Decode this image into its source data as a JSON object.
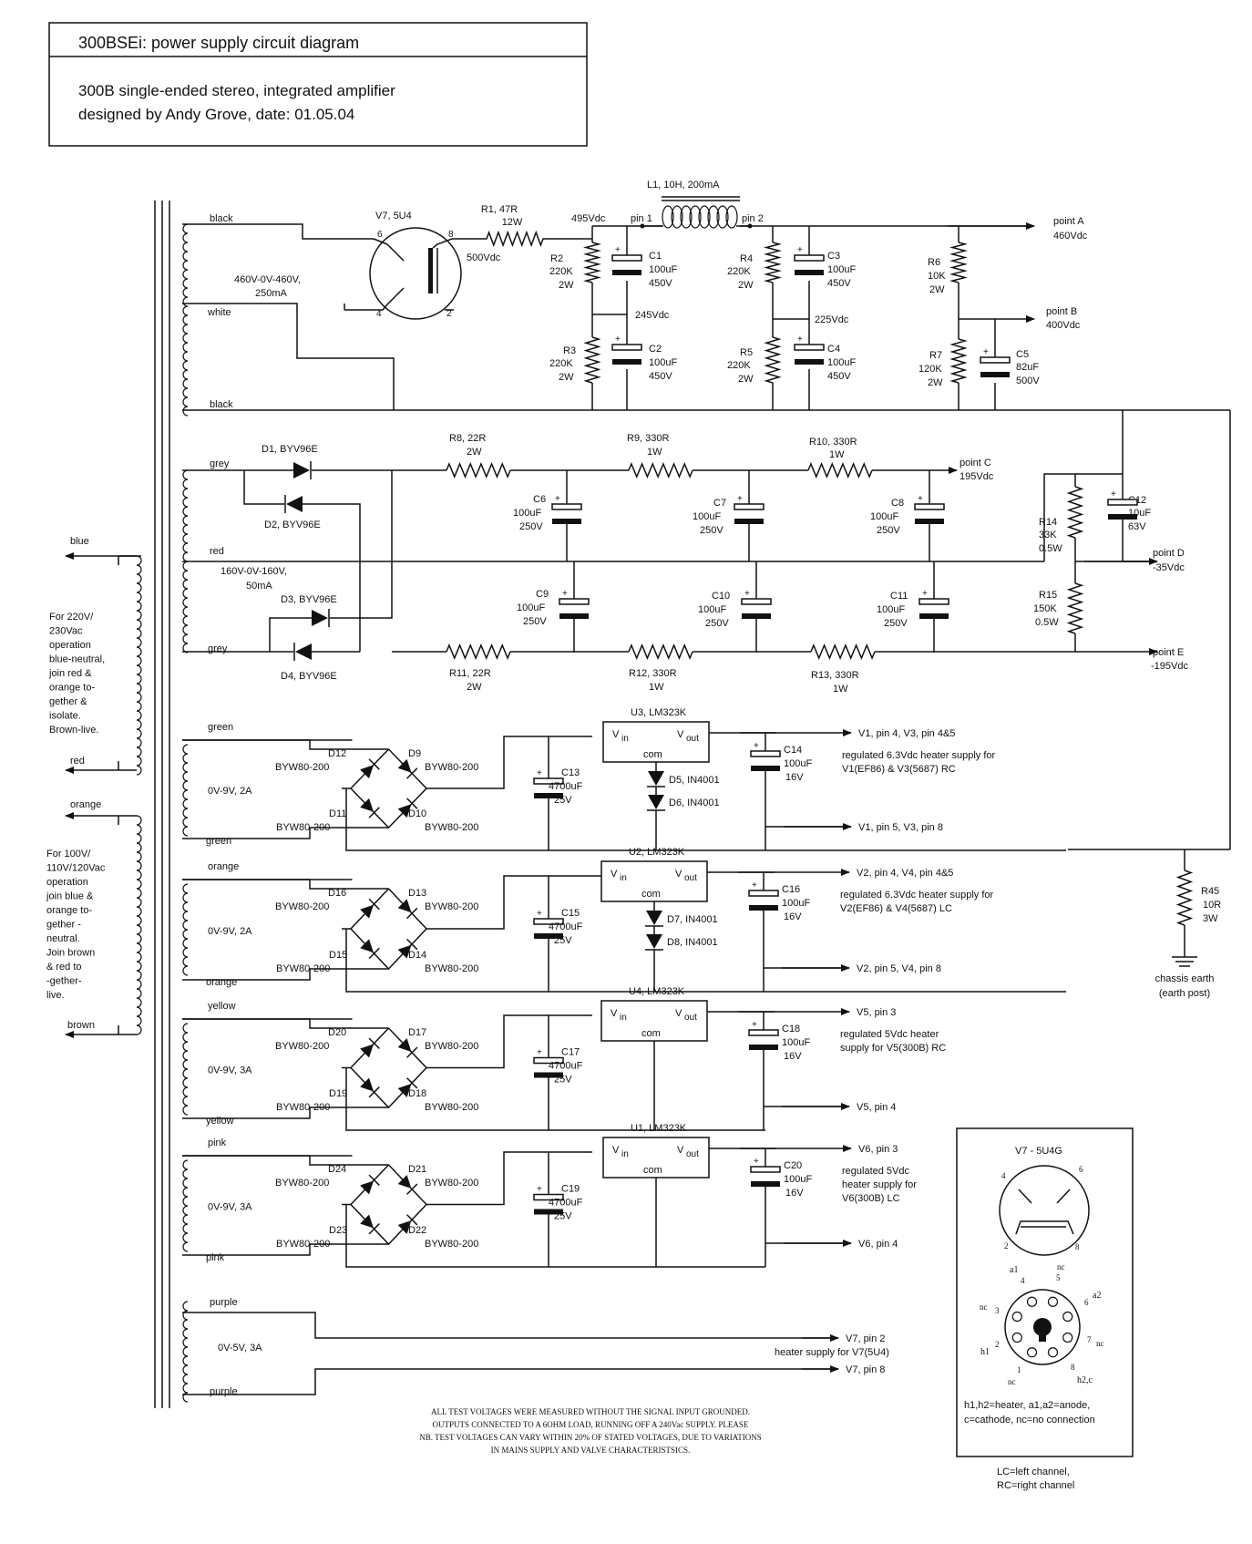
{
  "title": {
    "main": "300BSEi: power supply circuit diagram",
    "line1": "300B single-ended stereo, integrated amplifier",
    "line2": "designed by Andy Grove, date: 01.05.04"
  },
  "primary": {
    "blue": "blue",
    "red": "red",
    "orange": "orange",
    "brown": "brown",
    "note220": [
      "For 220V/",
      "230Vac",
      "operation",
      "blue-neutral,",
      "join red &",
      "orange to-",
      "gether &",
      "isolate.",
      "Brown-live."
    ],
    "note110": [
      "For 100V/",
      "110V/120Vac",
      "operation",
      "join blue &",
      "orange to-",
      "gether -",
      "neutral.",
      "Join brown",
      "& red to",
      "-gether-",
      "live."
    ]
  },
  "hv": {
    "black_top": "black",
    "white": "white",
    "black_bot": "black",
    "winding": [
      "460V-0V-460V,",
      "250mA"
    ],
    "v7": "V7, 5U4",
    "p6": "6",
    "p8": "8",
    "p4": "4",
    "p2": "2",
    "r1": [
      "R1, 47R",
      "12W"
    ],
    "v500": "500Vdc",
    "v495": "495Vdc",
    "pin1": "pin 1",
    "pin2": "pin 2",
    "l1": "L1, 10H, 200mA",
    "r2": [
      "R2",
      "220K",
      "2W"
    ],
    "r3": [
      "R3",
      "220K",
      "2W"
    ],
    "c1": [
      "C1",
      "100uF",
      "450V"
    ],
    "c2": [
      "C2",
      "100uF",
      "450V"
    ],
    "v245": "245Vdc",
    "r4": [
      "R4",
      "220K",
      "2W"
    ],
    "r5": [
      "R5",
      "220K",
      "2W"
    ],
    "c3": [
      "C3",
      "100uF",
      "450V"
    ],
    "c4": [
      "C4",
      "100uF",
      "450V"
    ],
    "v225": "225Vdc",
    "r6": [
      "R6",
      "10K",
      "2W"
    ],
    "r7": [
      "R7",
      "120K",
      "2W"
    ],
    "c5": [
      "C5",
      "82uF",
      "500V"
    ],
    "pointA": [
      "point A",
      "460Vdc"
    ],
    "pointB": [
      "point B",
      "400Vdc"
    ]
  },
  "bias": {
    "grey_top": "grey",
    "red": "red",
    "grey_bot": "grey",
    "winding": [
      "160V-0V-160V,",
      "50mA"
    ],
    "d1": "D1, BYV96E",
    "d2": "D2, BYV96E",
    "d3": "D3, BYV96E",
    "d4": "D4, BYV96E",
    "r8": [
      "R8, 22R",
      "2W"
    ],
    "r9": [
      "R9, 330R",
      "1W"
    ],
    "r10": [
      "R10, 330R",
      "1W"
    ],
    "r11": [
      "R11, 22R",
      "2W"
    ],
    "r12": [
      "R12, 330R",
      "1W"
    ],
    "r13": [
      "R13, 330R",
      "1W"
    ],
    "c6": [
      "C6",
      "100uF",
      "250V"
    ],
    "c7": [
      "C7",
      "100uF",
      "250V"
    ],
    "c8": [
      "C8",
      "100uF",
      "250V"
    ],
    "c9": [
      "C9",
      "100uF",
      "250V"
    ],
    "c10": [
      "C10",
      "100uF",
      "250V"
    ],
    "c11": [
      "C11",
      "100uF",
      "250V"
    ],
    "c12": [
      "C12",
      "10uF",
      "63V"
    ],
    "r14": [
      "R14",
      "33K",
      "0.5W"
    ],
    "r15": [
      "R15",
      "150K",
      "0.5W"
    ],
    "pointC": [
      "point C",
      "195Vdc"
    ],
    "pointD": [
      "point D",
      "-35Vdc"
    ],
    "pointE": [
      "point E",
      "-195Vdc"
    ]
  },
  "heaters": [
    {
      "color": "green",
      "winding": "0V-9V, 2A",
      "da": "D12",
      "db": "D9",
      "dc": "D11",
      "dd": "D10",
      "part": "BYW80-200",
      "u": "U3, LM323K",
      "cin": [
        "C13",
        "4700uF",
        "25V"
      ],
      "cout": [
        "C14",
        "100uF",
        "16V"
      ],
      "dz1": "D5, IN4001",
      "dz2": "D6, IN4001",
      "out1": "V1, pin 4, V3, pin 4&5",
      "out2": "V1, pin 5, V3, pin 8",
      "note": [
        "regulated 6.3Vdc heater supply for",
        "V1(EF86) & V3(5687) RC"
      ]
    },
    {
      "color": "orange",
      "winding": "0V-9V, 2A",
      "da": "D16",
      "db": "D13",
      "dc": "D15",
      "dd": "D14",
      "part": "BYW80-200",
      "u": "U2, LM323K",
      "cin": [
        "C15",
        "4700uF",
        "25V"
      ],
      "cout": [
        "C16",
        "100uF",
        "16V"
      ],
      "dz1": "D7, IN4001",
      "dz2": "D8, IN4001",
      "out1": "V2, pin 4, V4, pin 4&5",
      "out2": "V2, pin 5, V4, pin 8",
      "note": [
        "regulated 6.3Vdc heater supply for",
        "V2(EF86) & V4(5687) LC"
      ]
    },
    {
      "color": "yellow",
      "winding": "0V-9V, 3A",
      "da": "D20",
      "db": "D17",
      "dc": "D19",
      "dd": "D18",
      "part": "BYW80-200",
      "u": "U4, LM323K",
      "cin": [
        "C17",
        "4700uF",
        "25V"
      ],
      "cout": [
        "C18",
        "100uF",
        "16V"
      ],
      "out1": "V5, pin 3",
      "out2": "V5, pin 4",
      "note": [
        "regulated 5Vdc heater",
        "supply for V5(300B) RC"
      ]
    },
    {
      "color": "pink",
      "winding": "0V-9V, 3A",
      "da": "D24",
      "db": "D21",
      "dc": "D23",
      "dd": "D22",
      "part": "BYW80-200",
      "u": "U1, LM323K",
      "cin": [
        "C19",
        "4700uF",
        "25V"
      ],
      "cout": [
        "C20",
        "100uF",
        "16V"
      ],
      "out1": "V6, pin 3",
      "out2": "V6, pin 4",
      "note": [
        "regulated 5Vdc",
        "heater supply for",
        "V6(300B) LC"
      ]
    }
  ],
  "reg": {
    "vin": "V",
    "vin_sub": "in",
    "vout": "V",
    "vout_sub": "out",
    "com": "com"
  },
  "purple": {
    "top": "purple",
    "bot": "purple",
    "winding": "0V-5V, 3A",
    "out1": "V7, pin 2",
    "out2": "V7, pin 8",
    "note": "heater supply for V7(5U4)"
  },
  "earth": {
    "r45": [
      "R45",
      "10R",
      "3W"
    ],
    "label": [
      "chassis earth",
      "(earth post)"
    ]
  },
  "footnote": [
    "ALL TEST VOLTAGES WERE MEASURED WITHOUT THE SIGNAL INPUT GROUNDED.",
    "OUTPUTS CONNECTED TO A 6OHM LOAD, RUNNING OFF A 240Vac SUPPLY. PLEASE",
    "NB. TEST VOLTAGES CAN VARY WITHIN 20% OF STATED VOLTAGES, DUE TO VARIATIONS",
    "IN MAINS SUPPLY AND VALVE CHARACTERISTSICS."
  ],
  "pinout": {
    "title": "V7 - 5U4G",
    "pins": {
      "a1": "a1",
      "p4": "4",
      "nc_top": "nc",
      "p5": "5",
      "a2": "a2",
      "nc_l": "nc",
      "p3": "3",
      "p6": "6",
      "h1": "h1",
      "p2": "2",
      "p7": "7",
      "nc_r": "nc",
      "p1": "1",
      "p8": "8",
      "nc_b": "nc",
      "h2c": "h2,c",
      "t4": "4",
      "t6": "6",
      "t2": "2",
      "t8": "8"
    },
    "legend": [
      "h1,h2=heater, a1,a2=anode,",
      "c=cathode, nc=no connection"
    ]
  },
  "lcrc": [
    "LC=left channel,",
    "RC=right channel"
  ]
}
